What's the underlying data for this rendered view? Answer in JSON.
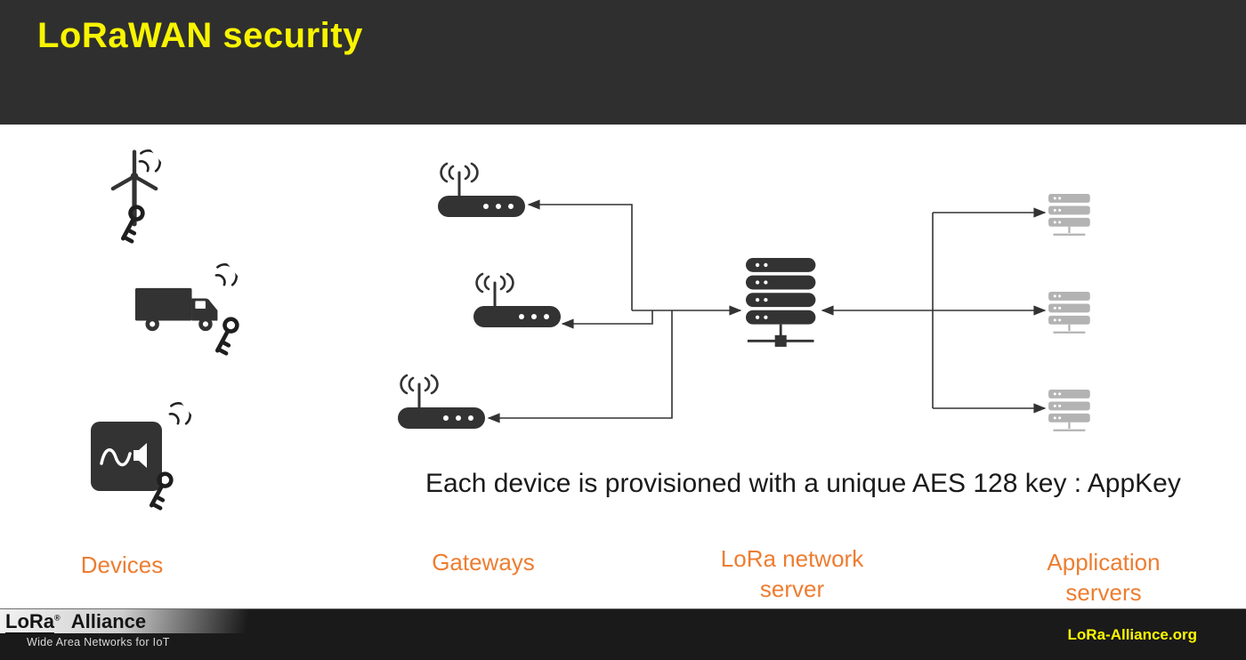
{
  "slide": {
    "title": "LoRaWAN security",
    "caption": "Each device is provisioned with a unique AES 128 key : AppKey"
  },
  "labels": {
    "devices": "Devices",
    "gateways": "Gateways",
    "network_server_line1": "LoRa network",
    "network_server_line2": "server",
    "app_servers_line1": "Application",
    "app_servers_line2": "servers"
  },
  "footer": {
    "logo_name": "LoRa",
    "logo_reg": "®",
    "logo_suffix": "Alliance",
    "tagline": "Wide Area Networks for IoT",
    "link": "LoRa-Alliance.org"
  },
  "colors": {
    "header_bg": "#2f2f2f",
    "title_yellow": "#f8f400",
    "label_orange": "#ED7D31",
    "link_yellow": "#fdf800",
    "icon_dark": "#333333",
    "icon_gray": "#b3b3b3",
    "footer_bg": "#1a1a1a"
  },
  "icons": {
    "device_icons": [
      "wind-turbine-icon",
      "truck-icon",
      "sensor-icon",
      "key-icon",
      "radio-waves-icon"
    ],
    "gateway_icon": "wifi-router-icon",
    "network_server_icon": "server-rack-icon",
    "application_server_icon": "server-stack-icon"
  }
}
